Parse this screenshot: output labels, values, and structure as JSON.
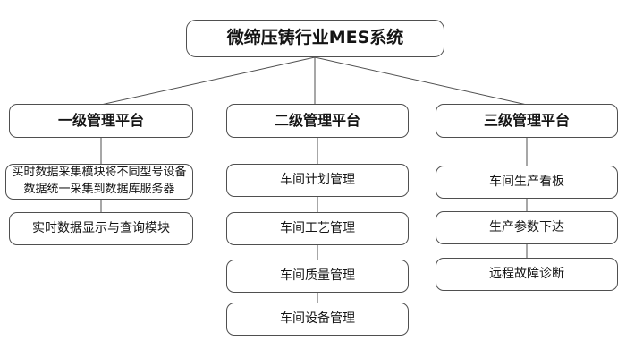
{
  "diagram": {
    "type": "flowchart",
    "title": "微缔压铸行业MES系统",
    "columns": [
      {
        "header": "一级管理平台",
        "items": [
          "买时数据采集模块将不同型号设备数据统一采集到数据库服务器",
          "实时数据显示与查询模块"
        ]
      },
      {
        "header": "二级管理平台",
        "items": [
          "车间计划管理",
          "车间工艺管理",
          "车间质量管理",
          "车间设备管理"
        ]
      },
      {
        "header": "三级管理平台",
        "items": [
          "车间生产看板",
          "生产参数下达",
          "远程故障诊断"
        ]
      }
    ],
    "colors": {
      "background": "#ffffff",
      "node_fill": "#ffffff",
      "node_border": "#4f4f4f",
      "connector_line": "#4f4f4f",
      "text": "#141414"
    }
  }
}
